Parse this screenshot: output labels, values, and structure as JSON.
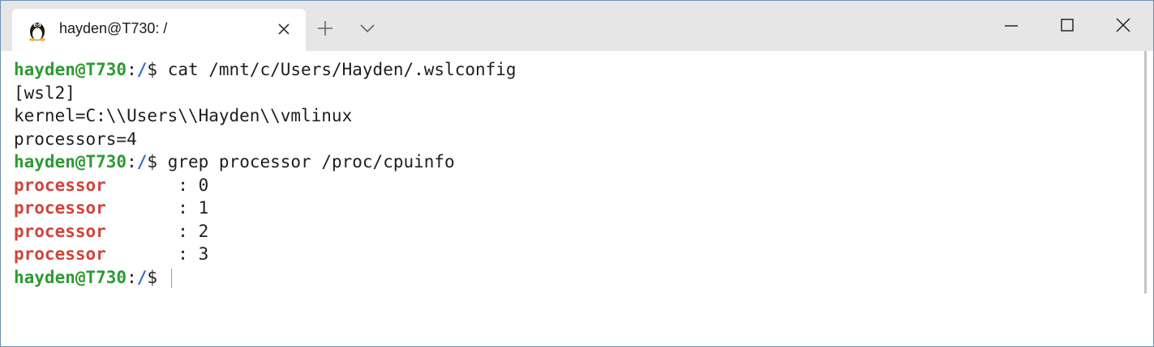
{
  "tab": {
    "title": "hayden@T730: /",
    "icon": "linux-tux-icon"
  },
  "titlebar": {
    "new_tab_icon": "plus-icon",
    "dropdown_icon": "chevron-down-icon",
    "minimize_icon": "minimize-icon",
    "maximize_icon": "maximize-icon",
    "close_icon": "close-icon"
  },
  "colors": {
    "prompt_user": "#2f9a35",
    "prompt_path": "#3a67c9",
    "match": "#d0443c",
    "text": "#1e1e1e"
  },
  "terminal": {
    "prompt_user": "hayden@T730",
    "prompt_colon": ":",
    "prompt_path": "/",
    "prompt_dollar": "$ ",
    "lines": [
      {
        "type": "command",
        "cmd": "cat /mnt/c/Users/Hayden/.wslconfig"
      },
      {
        "type": "output",
        "text": "[wsl2]"
      },
      {
        "type": "output",
        "text": "kernel=C:\\\\Users\\\\Hayden\\\\vmlinux"
      },
      {
        "type": "output",
        "text": "processors=4"
      },
      {
        "type": "command",
        "cmd": "grep processor /proc/cpuinfo"
      },
      {
        "type": "match",
        "keyword": "processor",
        "rest": "       : 0"
      },
      {
        "type": "match",
        "keyword": "processor",
        "rest": "       : 1"
      },
      {
        "type": "match",
        "keyword": "processor",
        "rest": "       : 2"
      },
      {
        "type": "match",
        "keyword": "processor",
        "rest": "       : 3"
      },
      {
        "type": "prompt",
        "cmd": ""
      }
    ]
  }
}
